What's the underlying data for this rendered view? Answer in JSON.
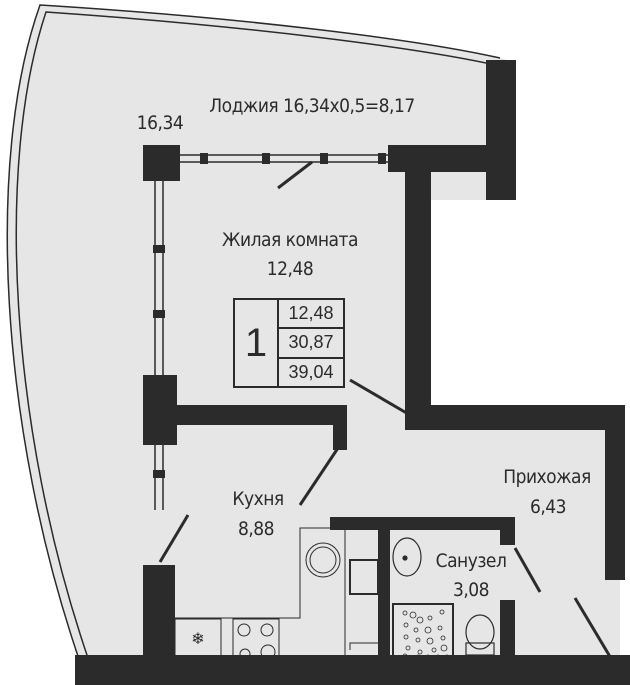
{
  "colors": {
    "wall": "#2b2b2b",
    "floor": "#e6e6e6",
    "background": "#ffffff"
  },
  "loggia": {
    "area": "16,34",
    "label": "Лоджия 16,34x0,5=8,17"
  },
  "rooms": {
    "living": {
      "name": "Жилая комната",
      "area": "12,48"
    },
    "kitchen": {
      "name": "Кухня",
      "area": "8,88"
    },
    "hall": {
      "name": "Прихожая",
      "area": "6,43"
    },
    "bathroom": {
      "name": "Санузел",
      "area": "3,08"
    }
  },
  "summary": {
    "rooms_count": "1",
    "living_area": "12,48",
    "total_area": "30,87",
    "total_with_loggia": "39,04"
  }
}
